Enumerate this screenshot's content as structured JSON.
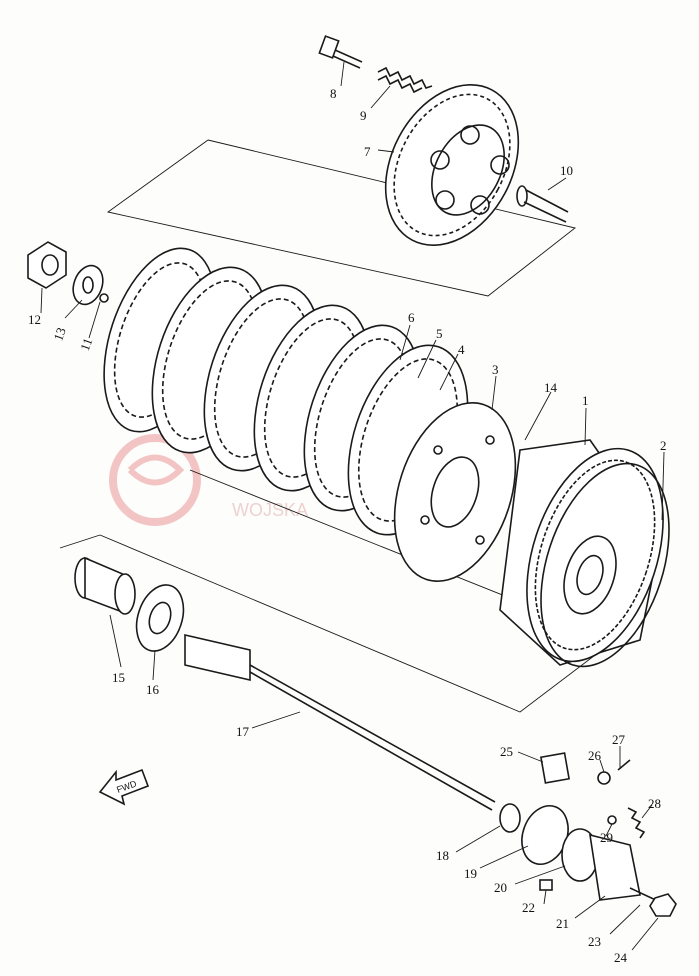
{
  "diagram": {
    "callouts": [
      {
        "id": "1",
        "text": "1"
      },
      {
        "id": "2",
        "text": "2"
      },
      {
        "id": "3",
        "text": "3"
      },
      {
        "id": "4",
        "text": "4"
      },
      {
        "id": "5",
        "text": "5"
      },
      {
        "id": "6",
        "text": "6"
      },
      {
        "id": "7",
        "text": "7"
      },
      {
        "id": "8",
        "text": "8"
      },
      {
        "id": "9",
        "text": "9"
      },
      {
        "id": "10",
        "text": "10"
      },
      {
        "id": "11",
        "text": "11"
      },
      {
        "id": "12",
        "text": "12"
      },
      {
        "id": "13",
        "text": "13"
      },
      {
        "id": "14",
        "text": "14"
      },
      {
        "id": "15",
        "text": "15"
      },
      {
        "id": "16",
        "text": "16"
      },
      {
        "id": "17",
        "text": "17"
      },
      {
        "id": "18",
        "text": "18"
      },
      {
        "id": "19",
        "text": "19"
      },
      {
        "id": "20",
        "text": "20"
      },
      {
        "id": "21",
        "text": "21"
      },
      {
        "id": "22",
        "text": "22"
      },
      {
        "id": "23",
        "text": "23"
      },
      {
        "id": "24",
        "text": "24"
      },
      {
        "id": "25",
        "text": "25"
      },
      {
        "id": "26",
        "text": "26"
      },
      {
        "id": "27",
        "text": "27"
      },
      {
        "id": "28",
        "text": "28"
      },
      {
        "id": "29",
        "text": "29"
      }
    ],
    "direction_arrow": "FWD",
    "watermark": {
      "text": "WOJSKA",
      "color": "#e8a0a0"
    }
  }
}
